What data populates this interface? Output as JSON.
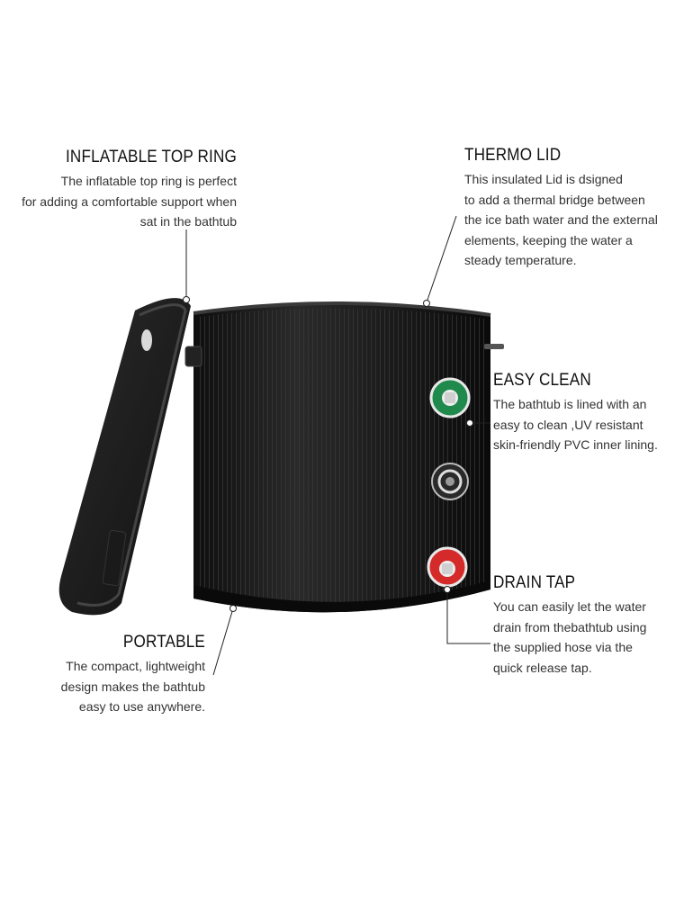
{
  "callouts": {
    "top_ring": {
      "title": "INFLATABLE TOP RING",
      "line1": "The inflatable top ring is perfect",
      "line2": "for adding a comfortable support when",
      "line3": "sat in the bathtub"
    },
    "thermo_lid": {
      "title": "THERMO LID",
      "line1": "This insulated Lid is dsigned",
      "line2": "to add a thermal bridge between",
      "line3": "the ice bath water and the external",
      "line4": "elements, keeping the water a",
      "line5": "steady temperature."
    },
    "easy_clean": {
      "title": "EASY CLEAN",
      "line1": "The bathtub is lined with an",
      "line2": "easy to clean ,UV resistant",
      "line3": "skin-friendly PVC inner lining."
    },
    "drain_tap": {
      "title": "DRAIN TAP",
      "line1": "You can easily let the water",
      "line2": "drain from thebathtub using",
      "line3": "the supplied hose via the",
      "line4": "quick release tap."
    },
    "portable": {
      "title": "PORTABLE",
      "line1": "The compact, lightweight",
      "line2": "design makes the bathtub",
      "line3": "easy to use anywhere."
    }
  },
  "colors": {
    "tub": "#1c1c1c",
    "valve_green": "#1f8a4c",
    "valve_red": "#d42a2a"
  }
}
